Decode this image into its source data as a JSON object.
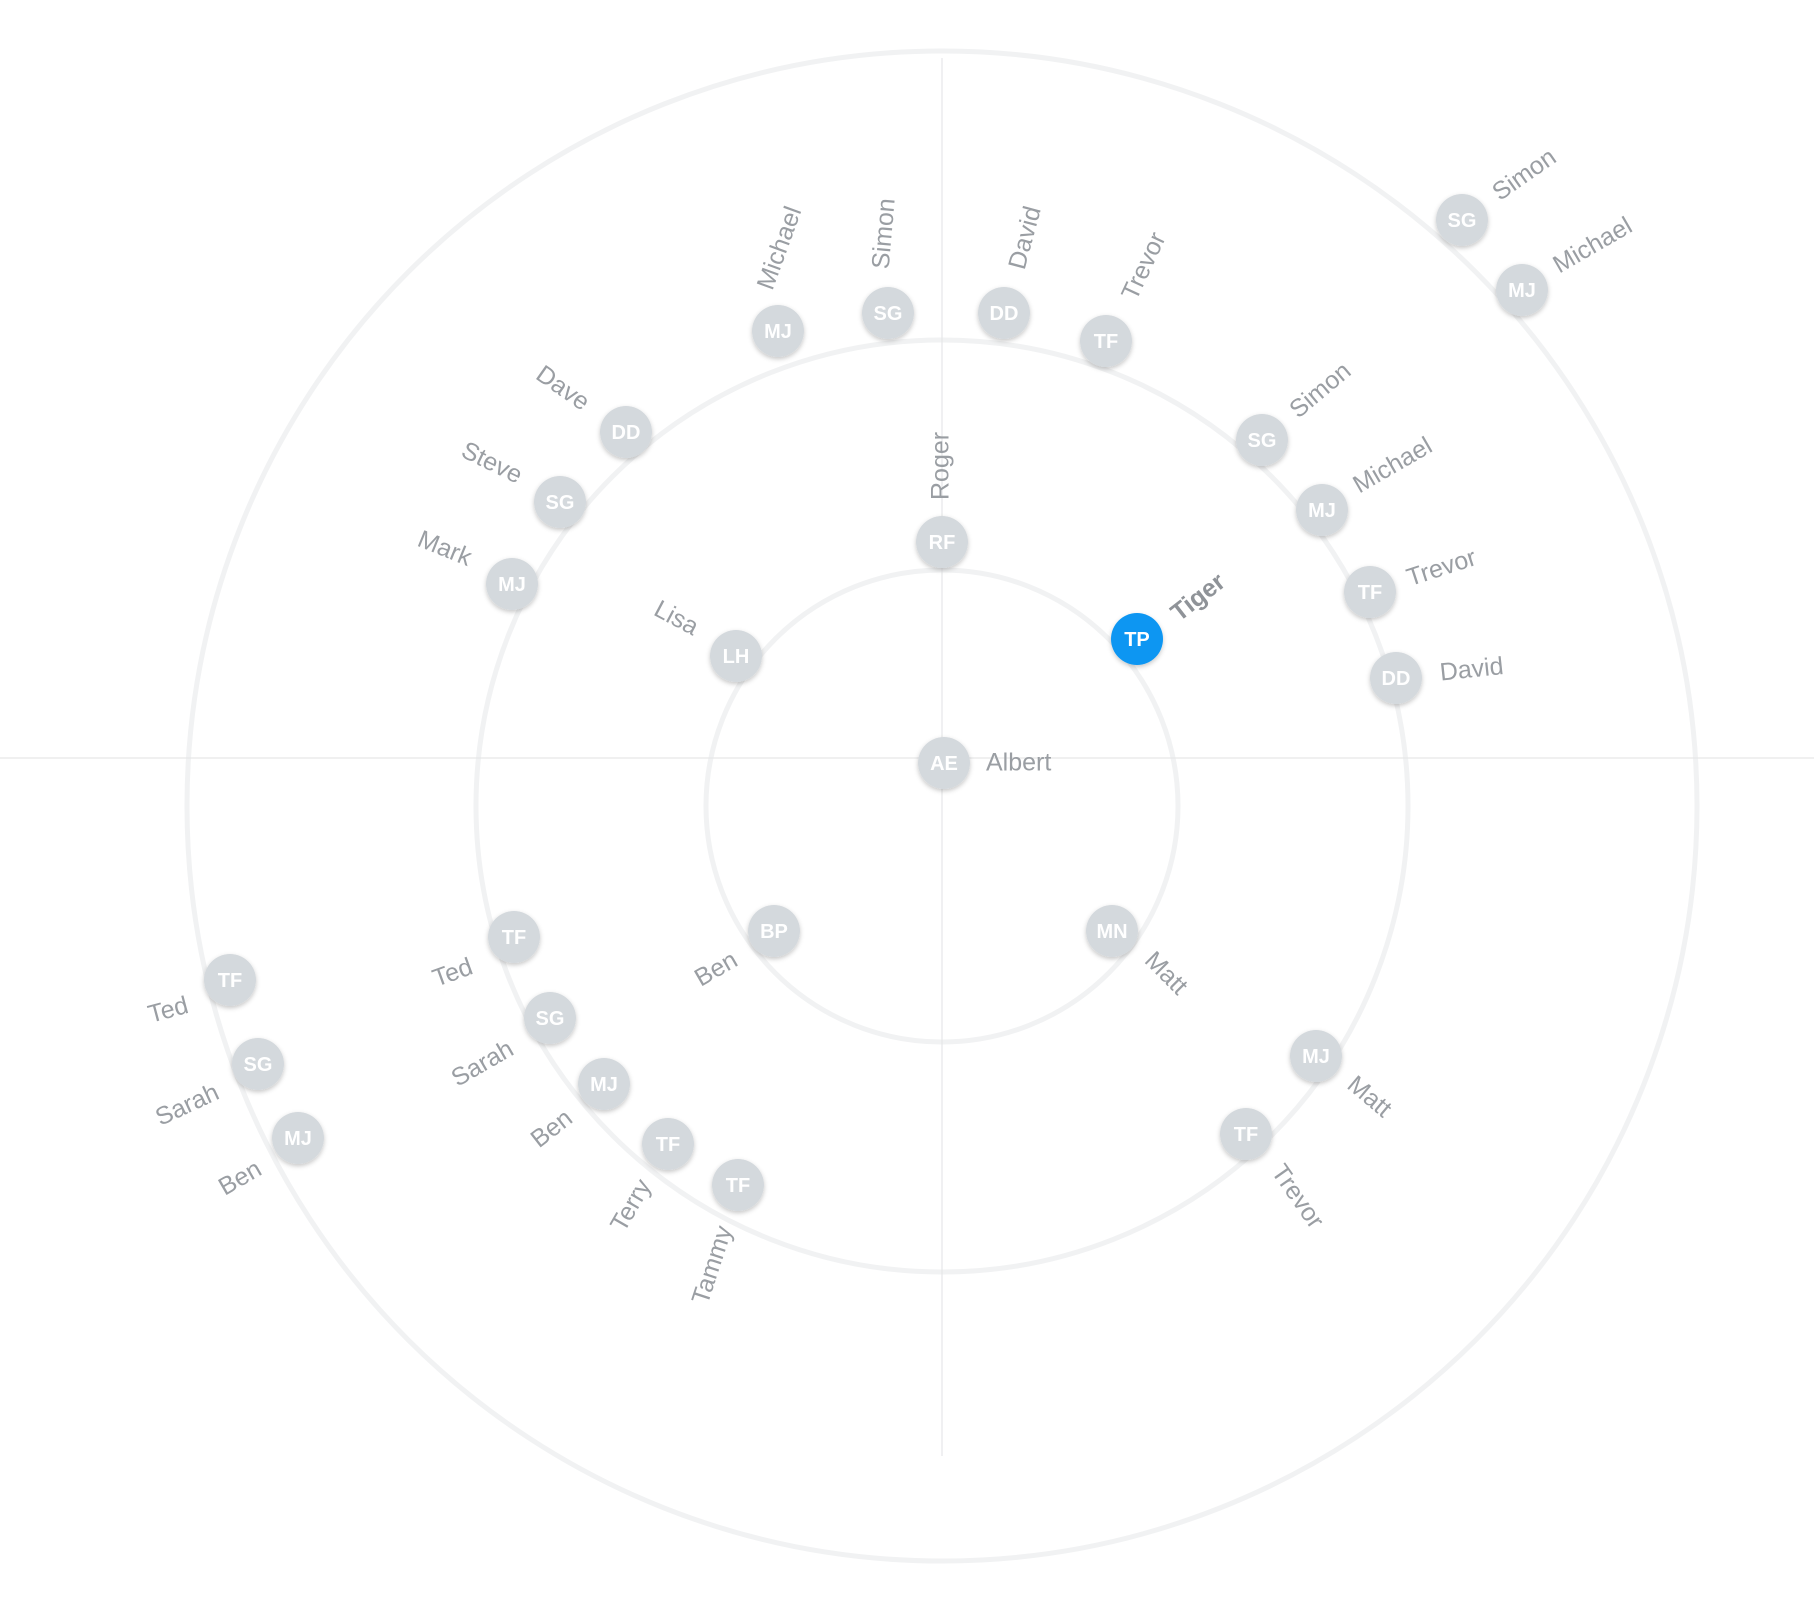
{
  "colors": {
    "node_fill": "#d4d9dd",
    "active_fill": "#0d96f2",
    "label": "#9a9ea3",
    "ring": "#f1f2f3",
    "axis": "#e6e7e8"
  },
  "nodes": [
    {
      "initials": "AE",
      "name": "Albert"
    },
    {
      "initials": "RF",
      "name": "Roger"
    },
    {
      "initials": "TP",
      "name": "Tiger",
      "active": true
    },
    {
      "initials": "LH",
      "name": "Lisa"
    },
    {
      "initials": "BP",
      "name": "Ben"
    },
    {
      "initials": "MN",
      "name": "Matt"
    },
    {
      "initials": "MJ",
      "name": "Michael"
    },
    {
      "initials": "SG",
      "name": "Simon"
    },
    {
      "initials": "DD",
      "name": "David"
    },
    {
      "initials": "TF",
      "name": "Trevor"
    },
    {
      "initials": "DD",
      "name": "Dave"
    },
    {
      "initials": "SG",
      "name": "Steve"
    },
    {
      "initials": "MJ",
      "name": "Mark"
    },
    {
      "initials": "SG",
      "name": "Simon"
    },
    {
      "initials": "MJ",
      "name": "Michael"
    },
    {
      "initials": "TF",
      "name": "Trevor"
    },
    {
      "initials": "DD",
      "name": "David"
    },
    {
      "initials": "SG",
      "name": "Simon"
    },
    {
      "initials": "MJ",
      "name": "Michael"
    },
    {
      "initials": "TF",
      "name": "Ted"
    },
    {
      "initials": "SG",
      "name": "Sarah"
    },
    {
      "initials": "MJ",
      "name": "Ben"
    },
    {
      "initials": "TF",
      "name": "Terry"
    },
    {
      "initials": "TF",
      "name": "Tammy"
    },
    {
      "initials": "TF",
      "name": "Ted"
    },
    {
      "initials": "SG",
      "name": "Sarah"
    },
    {
      "initials": "MJ",
      "name": "Ben"
    },
    {
      "initials": "MJ",
      "name": "Matt"
    },
    {
      "initials": "TF",
      "name": "Trevor"
    }
  ]
}
